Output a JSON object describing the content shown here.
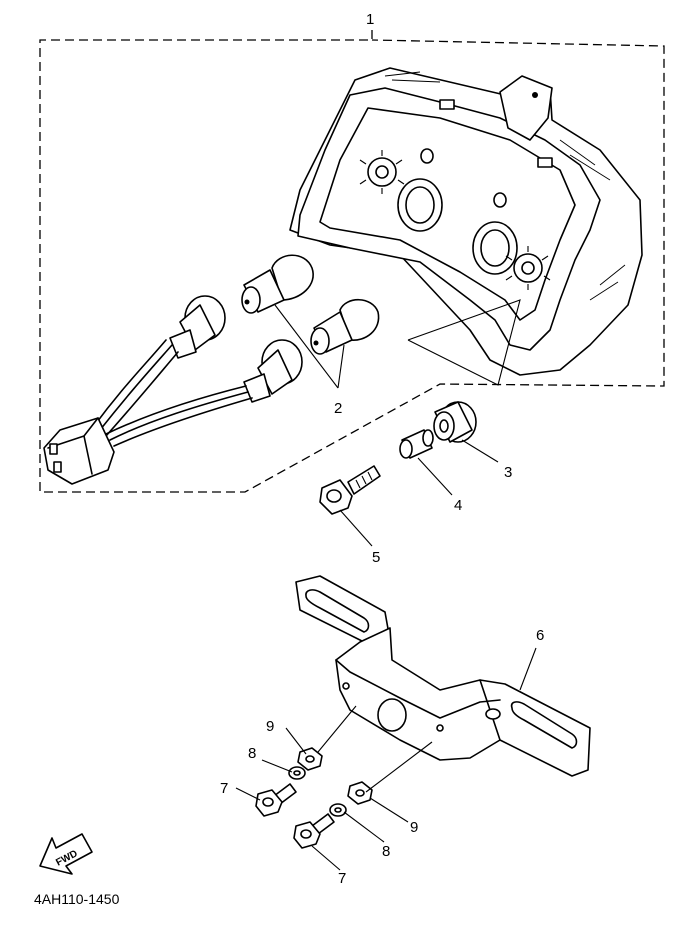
{
  "diagram": {
    "drawing_code": "4AH110-1450",
    "fwd_label": "FWD",
    "callouts": {
      "c1": "1",
      "c2": "2",
      "c3": "3",
      "c4": "4",
      "c5": "5",
      "c6": "6",
      "c7a": "7",
      "c7b": "7",
      "c8a": "8",
      "c8b": "8",
      "c9a": "9",
      "c9b": "9"
    }
  }
}
